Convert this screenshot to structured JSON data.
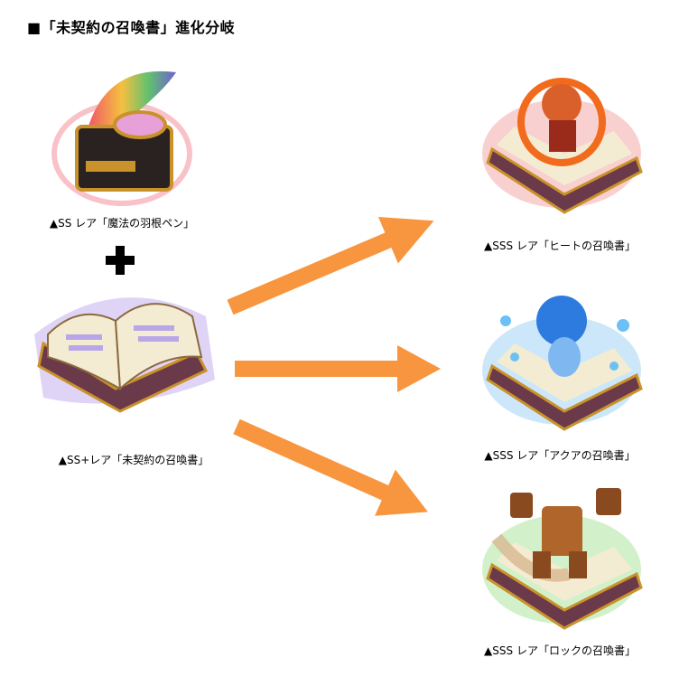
{
  "title": "■「未契約の召喚書」進化分岐",
  "sources": [
    {
      "caption": "▲SS レア「魔法の羽根ペン」",
      "icon": "quill-pen-inkwell-image"
    },
    {
      "caption": "▲SS+レア「未契約の召喚書」",
      "icon": "unsigned-summoning-book-image"
    }
  ],
  "plus_icon": "plus-icon",
  "arrow_color": "#F7963F",
  "results": [
    {
      "caption": "▲SSS レア「ヒートの召喚書」",
      "glow": "#F08A8A",
      "accent": "#F26A1B"
    },
    {
      "caption": "▲SSS レア「アクアの召喚書」",
      "glow": "#7EC3F0",
      "accent": "#2E7BE0"
    },
    {
      "caption": "▲SSS レア「ロックの召喚書」",
      "glow": "#8EDC7A",
      "accent": "#B0662A"
    }
  ]
}
